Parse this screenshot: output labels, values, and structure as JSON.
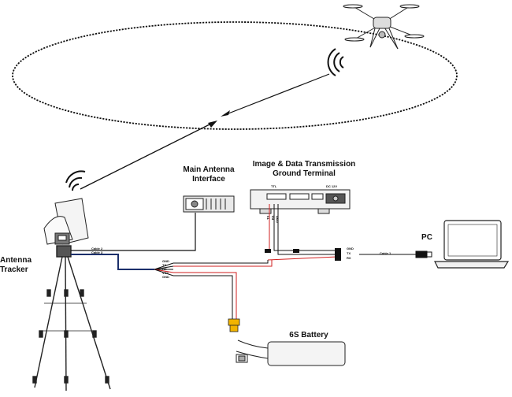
{
  "labels": {
    "main_antenna_interface_line1": "Main Antenna",
    "main_antenna_interface_line2": "Interface",
    "ground_terminal_line1": "Image & Data Transmission",
    "ground_terminal_line2": "Ground Terminal",
    "pc": "PC",
    "antenna_tracker": "Antenna Tracker",
    "battery": "6S Battery"
  },
  "small_labels": {
    "ttl": "TTL",
    "dc12v": "DC 12V",
    "cable1": "Cable 1",
    "cable2": "Cable 2",
    "cable3": "Cable 3",
    "pin_tx": "TX",
    "pin_rx": "RX",
    "pin_gnd": "GND",
    "pin_vcc": "VCC"
  },
  "colors": {
    "line": "#111111",
    "power": "#d21f1f",
    "data_blue": "#1b2f6b",
    "connector": "#f2b400"
  },
  "icons": [
    "drone-icon",
    "signal-waves-icon",
    "laptop-icon",
    "tripod-icon",
    "battery-icon",
    "xt60-connector-icon"
  ]
}
